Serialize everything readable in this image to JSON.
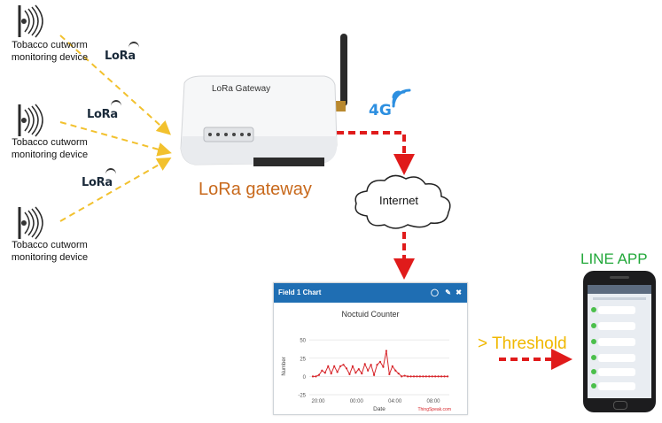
{
  "devices": [
    {
      "label_line1": "Tobacco cutworm",
      "label_line2": "monitoring device"
    },
    {
      "label_line1": "Tobacco cutworm",
      "label_line2": "monitoring device"
    },
    {
      "label_line1": "Tobacco cutworm",
      "label_line2": "monitoring device"
    }
  ],
  "lora_badges": [
    "LoRa",
    "LoRa",
    "LoRa"
  ],
  "gateway": {
    "device_text": "LoRa Gateway",
    "caption": "LoRa gateway"
  },
  "network": {
    "cellular": "4G",
    "cloud": "Internet"
  },
  "threshold": {
    "label": "> Threshold"
  },
  "line_app": {
    "label": "LINE APP"
  },
  "chart_panel": {
    "header": "Field 1 Chart",
    "footer": "ThingSpeak.com"
  },
  "colors": {
    "lora_arrow": "#f2c12e",
    "internet_arrow": "#e01b1b",
    "gateway_caption": "#c8691c",
    "threshold": "#f0b800",
    "line_app": "#22a83a",
    "panel_header": "#1f6eb3",
    "series": "#d7262b"
  },
  "chart_data": {
    "type": "line",
    "title": "Noctuid Counter",
    "xlabel": "Date",
    "ylabel": "Number",
    "x_ticks": [
      "20:00",
      "00:00",
      "04:00",
      "08:00"
    ],
    "y_ticks": [
      -25,
      0,
      25,
      50
    ],
    "ylim": [
      -25,
      55
    ],
    "grid": true,
    "series": [
      {
        "values": [
          0,
          0,
          2,
          8,
          5,
          14,
          4,
          14,
          6,
          14,
          16,
          11,
          3,
          14,
          5,
          10,
          4,
          17,
          8,
          16,
          2,
          16,
          20,
          13,
          35,
          3,
          14,
          8,
          4,
          0,
          1,
          0,
          0,
          0,
          0,
          0,
          0,
          0,
          0,
          0,
          0,
          0,
          0,
          0,
          0
        ]
      }
    ]
  }
}
